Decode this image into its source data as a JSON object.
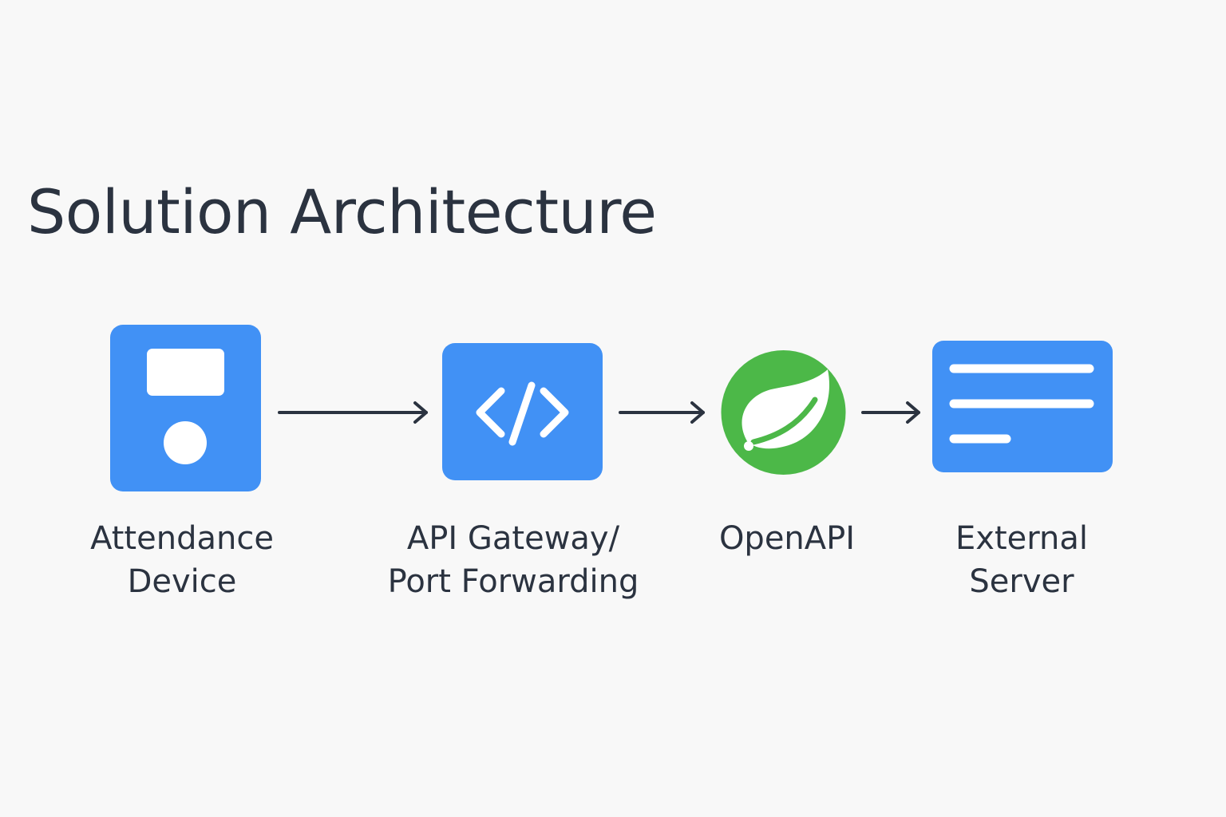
{
  "diagram": {
    "title": "Solution Architecture",
    "colors": {
      "primary_blue": "#4191f5",
      "spring_green": "#4cb848",
      "text_dark": "#2b3340",
      "arrow": "#2b3340",
      "background": "#f8f8f8"
    },
    "nodes": [
      {
        "id": "attendance-device",
        "icon": "attendance-device-icon",
        "label_lines": [
          "Attendance",
          "Device"
        ]
      },
      {
        "id": "api-gateway",
        "icon": "code-brackets-icon",
        "label_lines": [
          "API Gateway/",
          "Port Forwarding"
        ]
      },
      {
        "id": "openapi",
        "icon": "spring-leaf-icon",
        "label_lines": [
          "OpenAPI"
        ]
      },
      {
        "id": "external-server",
        "icon": "server-lines-icon",
        "label_lines": [
          "External",
          "Server"
        ]
      }
    ],
    "edges": [
      {
        "from": "attendance-device",
        "to": "api-gateway"
      },
      {
        "from": "api-gateway",
        "to": "openapi"
      },
      {
        "from": "openapi",
        "to": "external-server"
      }
    ]
  }
}
